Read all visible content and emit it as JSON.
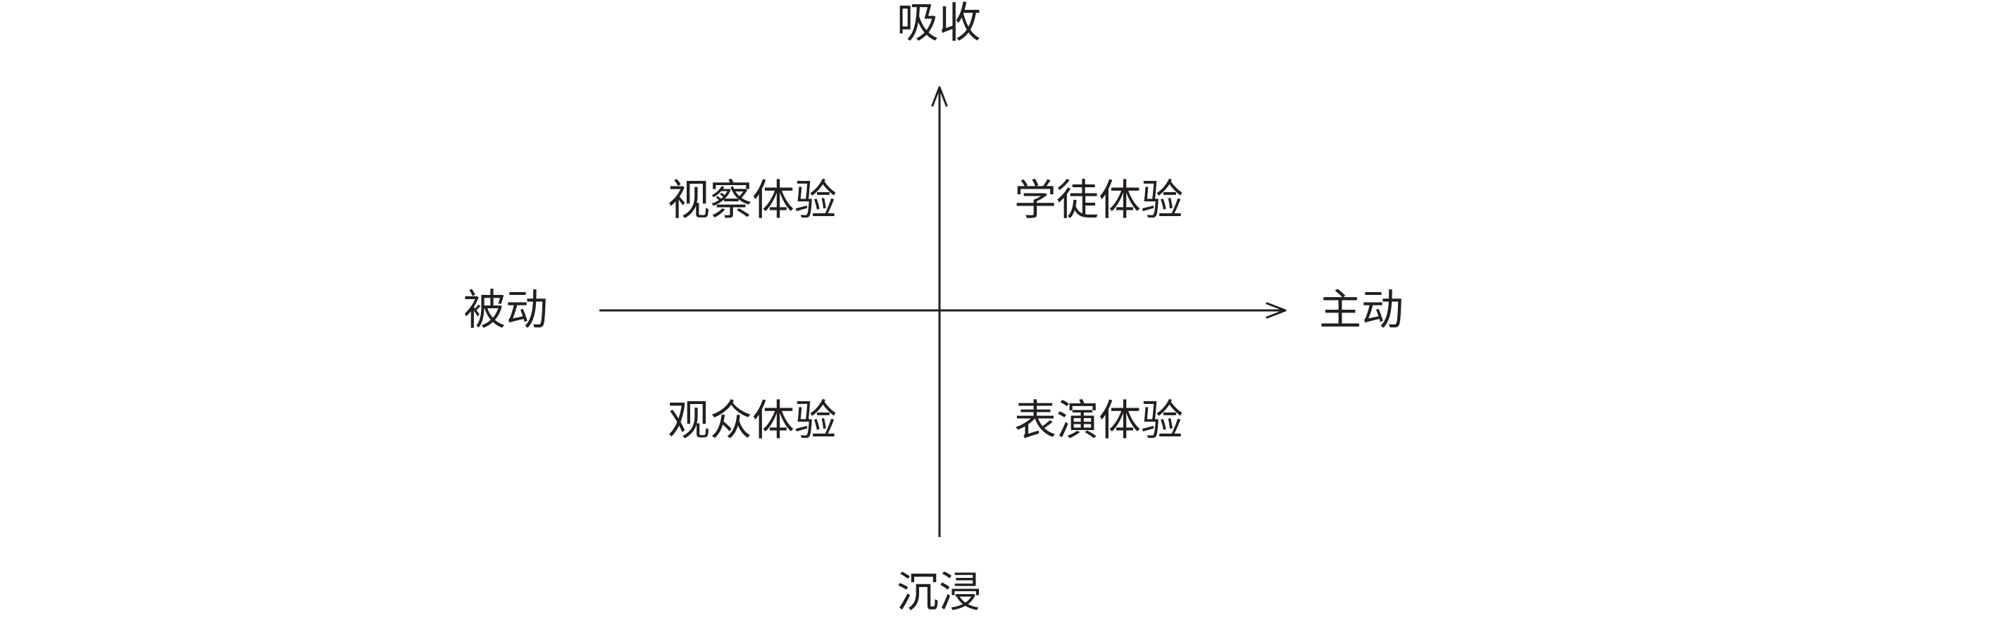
{
  "axes": {
    "top": "吸收",
    "bottom": "沉浸",
    "left": "被动",
    "right": "主动"
  },
  "quadrants": {
    "top_left": "视察体验",
    "top_right": "学徒体验",
    "bottom_left": "观众体验",
    "bottom_right": "表演体验"
  },
  "colors": {
    "ink": "#231f20",
    "background": "#ffffff"
  }
}
